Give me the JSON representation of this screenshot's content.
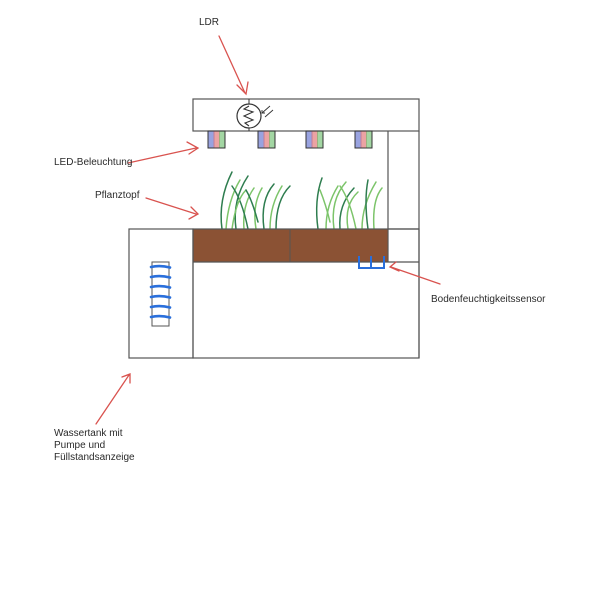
{
  "title": "Automated plant growing system schematic",
  "labels": {
    "ldr": "LDR",
    "led": "LED-Beleuchtung",
    "pot": "Pflanztopf",
    "soil_sensor": "Bodenfeuchtigkeitssensor",
    "tank": [
      "Wassertank mit",
      "Pumpe und",
      "Füllstandsanzeige"
    ]
  },
  "components": {
    "led_count": 4,
    "led_colors": [
      "#5566cc",
      "#dd6666",
      "#66bb66"
    ],
    "plant_groups": 2,
    "level_marks": 6
  },
  "colors": {
    "outline": "#555555",
    "arrow": "#d9534f",
    "soil": "#8b5234",
    "sensor": "#2a6fdb",
    "level": "#2a6fdb",
    "grass_dark": "#2e7d4f",
    "grass_light": "#7cc46a"
  }
}
